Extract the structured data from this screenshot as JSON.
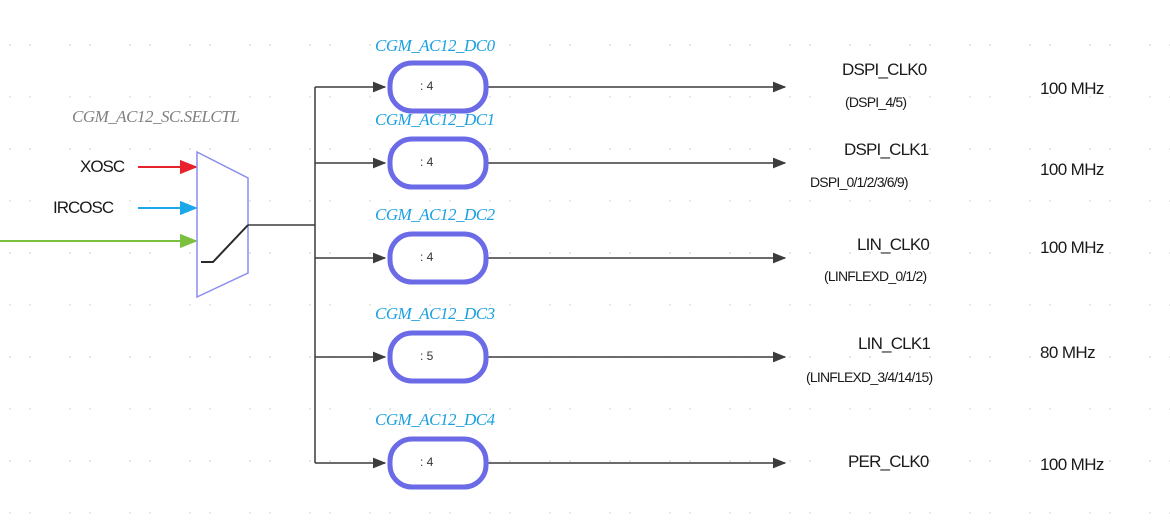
{
  "mux": {
    "register": "CGM_AC12_SC.SELCTL",
    "inputs": [
      {
        "label": "XOSC",
        "color": "#e8222a"
      },
      {
        "label": "IRCOSC",
        "color": "#1aa8e8"
      },
      {
        "label": "",
        "color": "#7cc040"
      }
    ]
  },
  "dividers": [
    {
      "register": "CGM_AC12_DC0",
      "value": ": 4",
      "clock": "DSPI_CLK0",
      "consumers": "(DSPI_4/5)",
      "freq": "100 MHz"
    },
    {
      "register": "CGM_AC12_DC1",
      "value": ": 4",
      "clock": "DSPI_CLK1",
      "consumers": "DSPI_0/1/2/3/6/9)",
      "freq": "100 MHz"
    },
    {
      "register": "CGM_AC12_DC2",
      "value": ": 4",
      "clock": "LIN_CLK0",
      "consumers": "(LINFLEXD_0/1/2)",
      "freq": "100 MHz"
    },
    {
      "register": "CGM_AC12_DC3",
      "value": ": 5",
      "clock": "LIN_CLK1",
      "consumers": "(LINFLEXD_3/4/14/15)",
      "freq": "80 MHz"
    },
    {
      "register": "CGM_AC12_DC4",
      "value": ": 4",
      "clock": "PER_CLK0",
      "consumers": "",
      "freq": "100 MHz"
    }
  ],
  "colors": {
    "divider_border": "#6b6be8",
    "register_text": "#1aa0e0",
    "mux_border": "#8c8cf0",
    "line": "#3c3c3c"
  }
}
